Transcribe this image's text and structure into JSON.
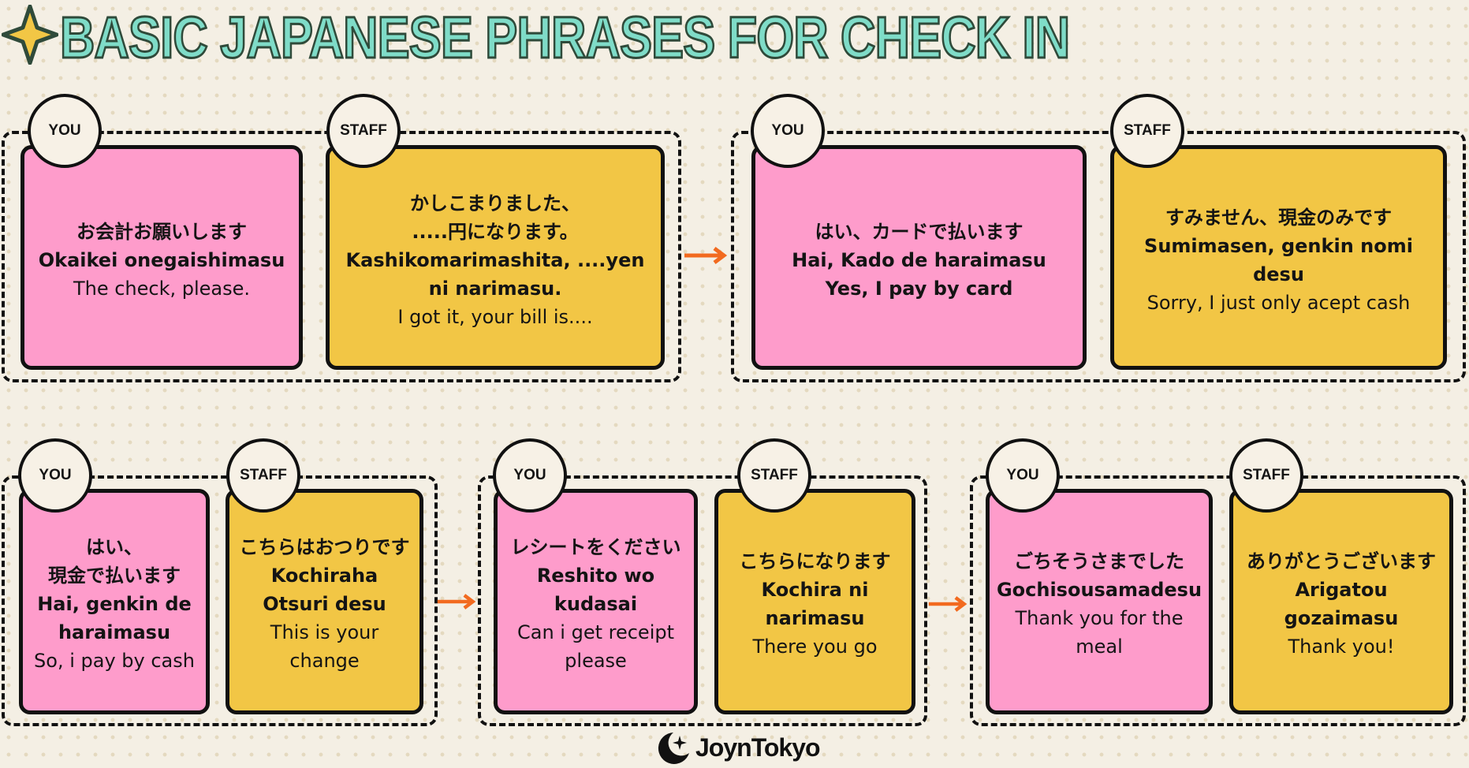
{
  "title": "BASIC JAPANESE PHRASES FOR CHECK IN",
  "colors": {
    "pink": "#fe9ccb",
    "yellow": "#f2c645",
    "title": "#7fdcc8",
    "arrow": "#f26a1f"
  },
  "cards": [
    {
      "speaker": "YOU",
      "lines": [
        {
          "t": "お会計お願いします",
          "s": "b"
        },
        {
          "t": "Okaikei onegaishimasu",
          "s": "b"
        },
        {
          "t": "The check, please.",
          "s": "n"
        }
      ]
    },
    {
      "speaker": "STAFF",
      "lines": [
        {
          "t": "かしこまりました、",
          "s": "b"
        },
        {
          "t": ".....円になります。",
          "s": "b"
        },
        {
          "t": "Kashikomarimashita, ....yen ni narimasu.",
          "s": "b"
        },
        {
          "t": "I got it, your bill is....",
          "s": "n"
        }
      ]
    },
    {
      "speaker": "YOU",
      "lines": [
        {
          "t": "はい、カードで払います",
          "s": "b"
        },
        {
          "t": "Hai, Kado de haraimasu",
          "s": "b"
        },
        {
          "t": "Yes, I pay by card",
          "s": "b"
        }
      ]
    },
    {
      "speaker": "STAFF",
      "lines": [
        {
          "t": "すみません、現金のみです",
          "s": "b"
        },
        {
          "t": "Sumimasen, genkin nomi desu",
          "s": "b"
        },
        {
          "t": "Sorry, I just only acept cash",
          "s": "n"
        }
      ]
    },
    {
      "speaker": "YOU",
      "lines": [
        {
          "t": "はい、",
          "s": "b"
        },
        {
          "t": "現金で払います",
          "s": "b"
        },
        {
          "t": "Hai, genkin de haraimasu",
          "s": "b"
        },
        {
          "t": "So, i pay by cash",
          "s": "n"
        }
      ]
    },
    {
      "speaker": "STAFF",
      "lines": [
        {
          "t": "こちらはおつりです",
          "s": "b"
        },
        {
          "t": "Kochiraha Otsuri desu",
          "s": "b"
        },
        {
          "t": "This is your change",
          "s": "n"
        }
      ]
    },
    {
      "speaker": "YOU",
      "lines": [
        {
          "t": "レシートをください",
          "s": "b"
        },
        {
          "t": "Reshito wo kudasai",
          "s": "b"
        },
        {
          "t": "Can i get receipt please",
          "s": "n"
        }
      ]
    },
    {
      "speaker": "STAFF",
      "lines": [
        {
          "t": "こちらになります",
          "s": "b"
        },
        {
          "t": "Kochira ni narimasu",
          "s": "b"
        },
        {
          "t": "There you go",
          "s": "n"
        }
      ]
    },
    {
      "speaker": "YOU",
      "lines": [
        {
          "t": "ごちそうさまでした",
          "s": "b"
        },
        {
          "t": "Gochisousamadesu",
          "s": "b"
        },
        {
          "t": "Thank you for the meal",
          "s": "n"
        }
      ]
    },
    {
      "speaker": "STAFF",
      "lines": [
        {
          "t": "ありがとうございます",
          "s": "b"
        },
        {
          "t": "Arigatou gozaimasu",
          "s": "b"
        },
        {
          "t": "Thank you!",
          "s": "n"
        }
      ]
    }
  ],
  "logo": {
    "text": "JoynTokyo",
    "icon": "moon-sparkle-icon"
  }
}
